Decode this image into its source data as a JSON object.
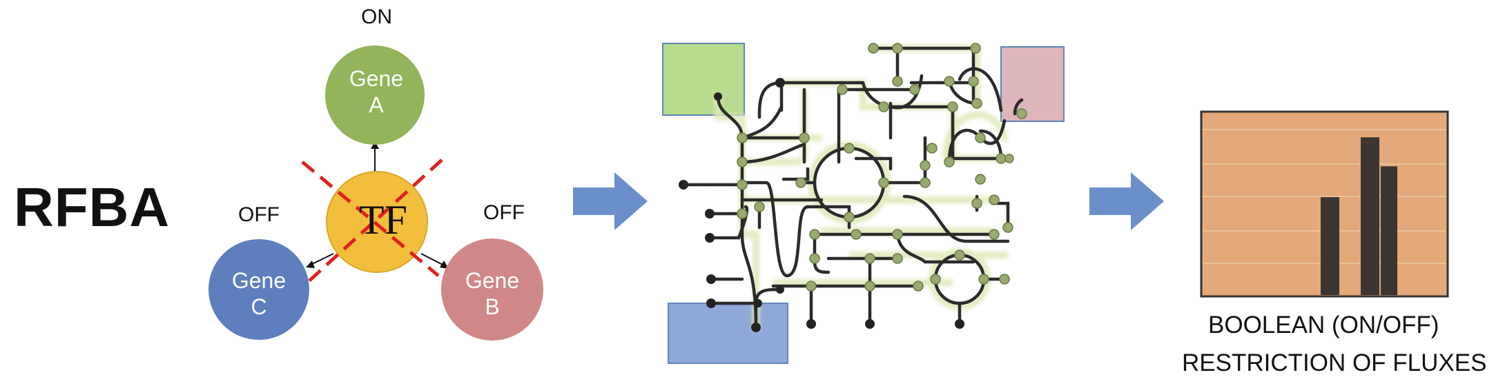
{
  "title": "RFBA",
  "regulation": {
    "transcription_factor": "TF",
    "genes": [
      {
        "id": "A",
        "line1": "Gene",
        "line2": "A",
        "state": "ON",
        "color": "#93b45a"
      },
      {
        "id": "C",
        "line1": "Gene",
        "line2": "C",
        "state": "OFF",
        "color": "#5d7fbe"
      },
      {
        "id": "B",
        "line1": "Gene",
        "line2": "B",
        "state": "OFF",
        "color": "#cf8787"
      }
    ],
    "tf_color": "#f2be3c",
    "knockout_mark_color": "#e02020"
  },
  "network": {
    "input_colors": [
      "#b7db8f",
      "#8ea9d8"
    ],
    "output_color": "#ddb5bb",
    "edge_color": "#2b2b2b",
    "node_color": "#98aa70"
  },
  "flux_chart": {
    "background": "#e3a97a",
    "bar_color": "#3b3631",
    "caption_line1": "BOOLEAN  (ON/OFF)",
    "caption_line2": "RESTRICTION OF FLUXES"
  },
  "arrow_color": "#6a8fcb",
  "chart_data": {
    "type": "bar",
    "title": "",
    "xlabel": "",
    "ylabel": "",
    "categories": [
      "",
      "",
      "",
      ""
    ],
    "values": [
      0.54,
      0.87,
      0.71,
      0
    ],
    "ylim": [
      0,
      1
    ]
  }
}
